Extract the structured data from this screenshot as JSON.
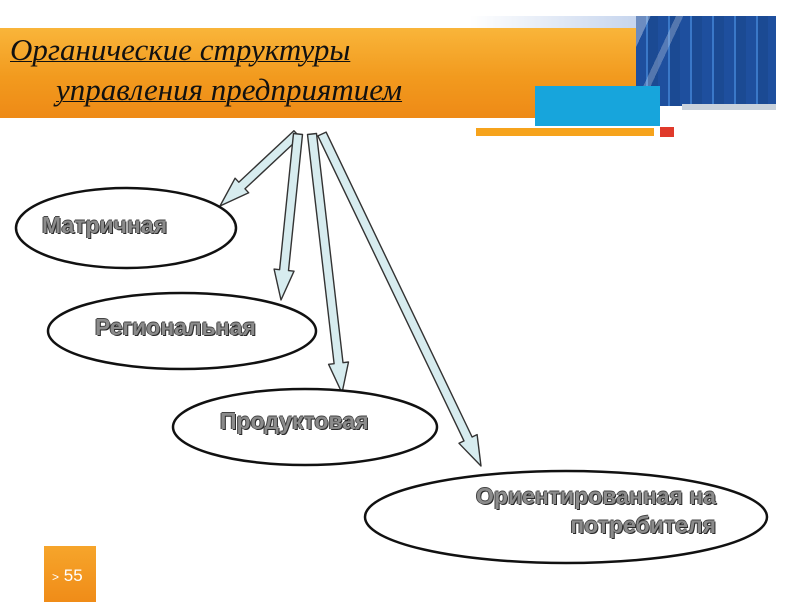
{
  "title": {
    "line1": "Органические структуры",
    "line2": "управления предприятием"
  },
  "nodes": [
    {
      "label": "Матричная"
    },
    {
      "label": "Региональная"
    },
    {
      "label": "Продуктовая"
    },
    {
      "label_line1": "Ориентированная на",
      "label_line2": "потребителя"
    }
  ],
  "page": {
    "prefix": ">",
    "number": "55"
  },
  "colors": {
    "header_orange": "#f29a1e",
    "accent_blue": "#17a5dc",
    "arrow_fill": "#d7ecef",
    "node_text": "#8b8b8b"
  }
}
